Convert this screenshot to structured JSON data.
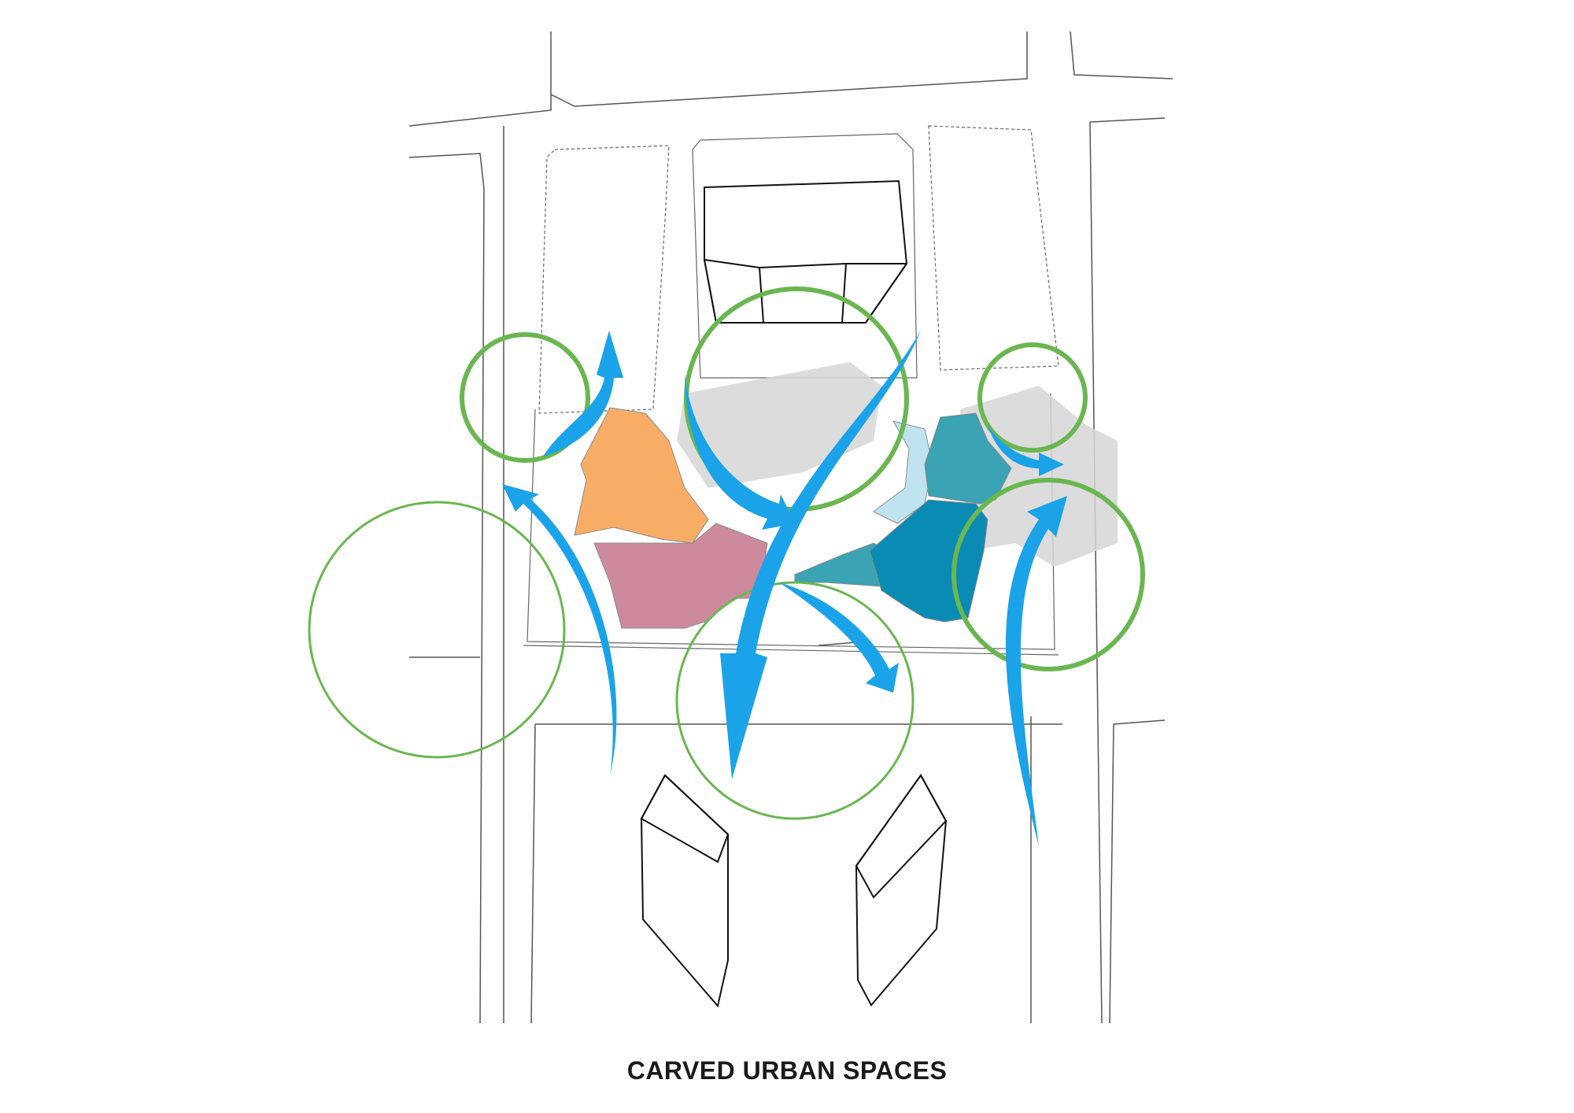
{
  "caption": "CARVED URBAN SPACES",
  "colors": {
    "orange_volume": "#f8ad66",
    "pink_volume": "#cd8a9c",
    "teal_volume": "#3aa3b4",
    "blue_volume": "#0a8bb4",
    "light_blue_band": "#bfe4ef",
    "circle_stroke": "#6ab650",
    "flow_arrow": "#1aa3e8",
    "shadow_gray": "#d6d6d6",
    "linework": "#333333"
  },
  "legend_elements": {
    "circles": "green-circle",
    "arrows": "pedestrian-flow-arrow"
  }
}
